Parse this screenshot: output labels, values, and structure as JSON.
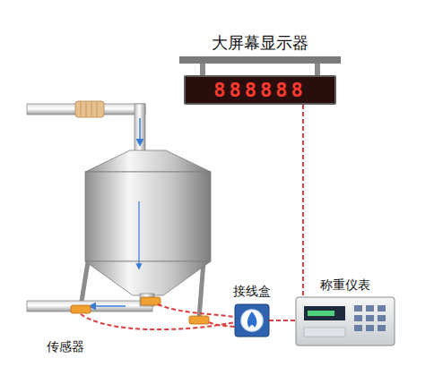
{
  "diagram": {
    "nodes": [
      {
        "text": [
          "大屏幕显示器",
          "888888"
        ]
      },
      {
        "text": [
          "接线盒"
        ]
      },
      {
        "text": [
          "称重仪表"
        ]
      }
    ],
    "edges": [
      {
        "from": 0,
        "to": 2,
        "arrow": "none"
      },
      {
        "from": 1,
        "to": 2,
        "arrow": "none"
      }
    ],
    "labels": [
      "传感器"
    ]
  }
}
